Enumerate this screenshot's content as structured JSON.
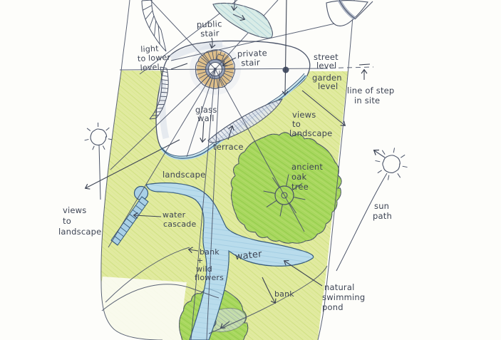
{
  "drawing": "hand-drawn architectural site plan sketch",
  "colors": {
    "paper": "#fdfdfa",
    "ink": "#4a5368",
    "text_ink": "#3d4454",
    "landscape_green": "#dfe99b",
    "tree_green": "#a8d75e",
    "water_blue": "#b9dcec",
    "water_edge": "#35597a",
    "stair_tan": "#dcb97e",
    "shade_gray_blue": "#c9d1df"
  },
  "labels": {
    "public_stair": [
      "public",
      "stair"
    ],
    "private_stair": [
      "private",
      "stair"
    ],
    "light_to_lower_level": [
      "light",
      "to lower",
      "level"
    ],
    "street_level": [
      "street",
      "level"
    ],
    "garden_level": [
      "garden",
      "level"
    ],
    "line_of_step": [
      "line of step",
      "in site"
    ],
    "glass_wall": [
      "glass",
      "wall"
    ],
    "terrace": [
      "terrace"
    ],
    "views_to_landscape_right": [
      "views",
      "to",
      "landscape"
    ],
    "landscape": [
      "landscape"
    ],
    "ancient_oak_tree": [
      "ancient",
      "oak",
      "tree"
    ],
    "sun_path": [
      "sun",
      "path"
    ],
    "views_to_landscape_left": [
      "views",
      "to",
      "landscape"
    ],
    "water_cascade": [
      "water",
      "cascade"
    ],
    "water": [
      "water"
    ],
    "bank_wild_flowers": [
      "bank",
      "+",
      "wild",
      "flowers"
    ],
    "bank": [
      "bank"
    ],
    "natural_swimming_pond": [
      "natural",
      "swimming",
      "pond"
    ]
  }
}
